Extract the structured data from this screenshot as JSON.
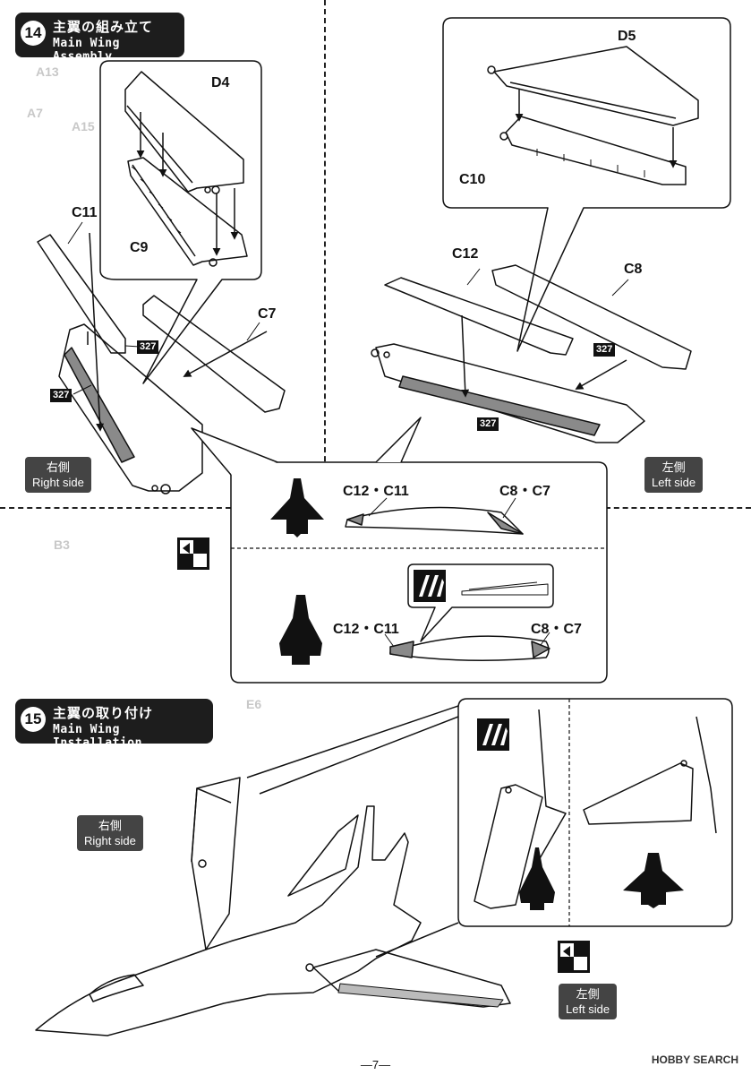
{
  "steps": {
    "s14": {
      "number": "14",
      "title_jp": "主翼の組み立て",
      "title_en": "Main Wing Assembly"
    },
    "s15": {
      "number": "15",
      "title_jp": "主翼の取り付け",
      "title_en": "Main Wing Installation"
    }
  },
  "sides": {
    "right_jp": "右側",
    "right_en": "Right side",
    "left_jp": "左側",
    "left_en": "Left side"
  },
  "parts": {
    "d4": "D4",
    "c9": "C9",
    "c11": "C11",
    "c7": "C7",
    "d5": "D5",
    "c10": "C10",
    "c12": "C12",
    "c8": "C8",
    "pair_a": "C12・C11",
    "pair_b": "C8・C7",
    "pair_c": "C12・C11",
    "pair_d": "C8・C7"
  },
  "paint_code": "327",
  "page_number": "—7—",
  "watermark": "HOBBY SEARCH",
  "colors": {
    "ink": "#111111",
    "tag": "#444444",
    "paint": "#8a8a8a",
    "ghost": "#cfcfcf"
  }
}
